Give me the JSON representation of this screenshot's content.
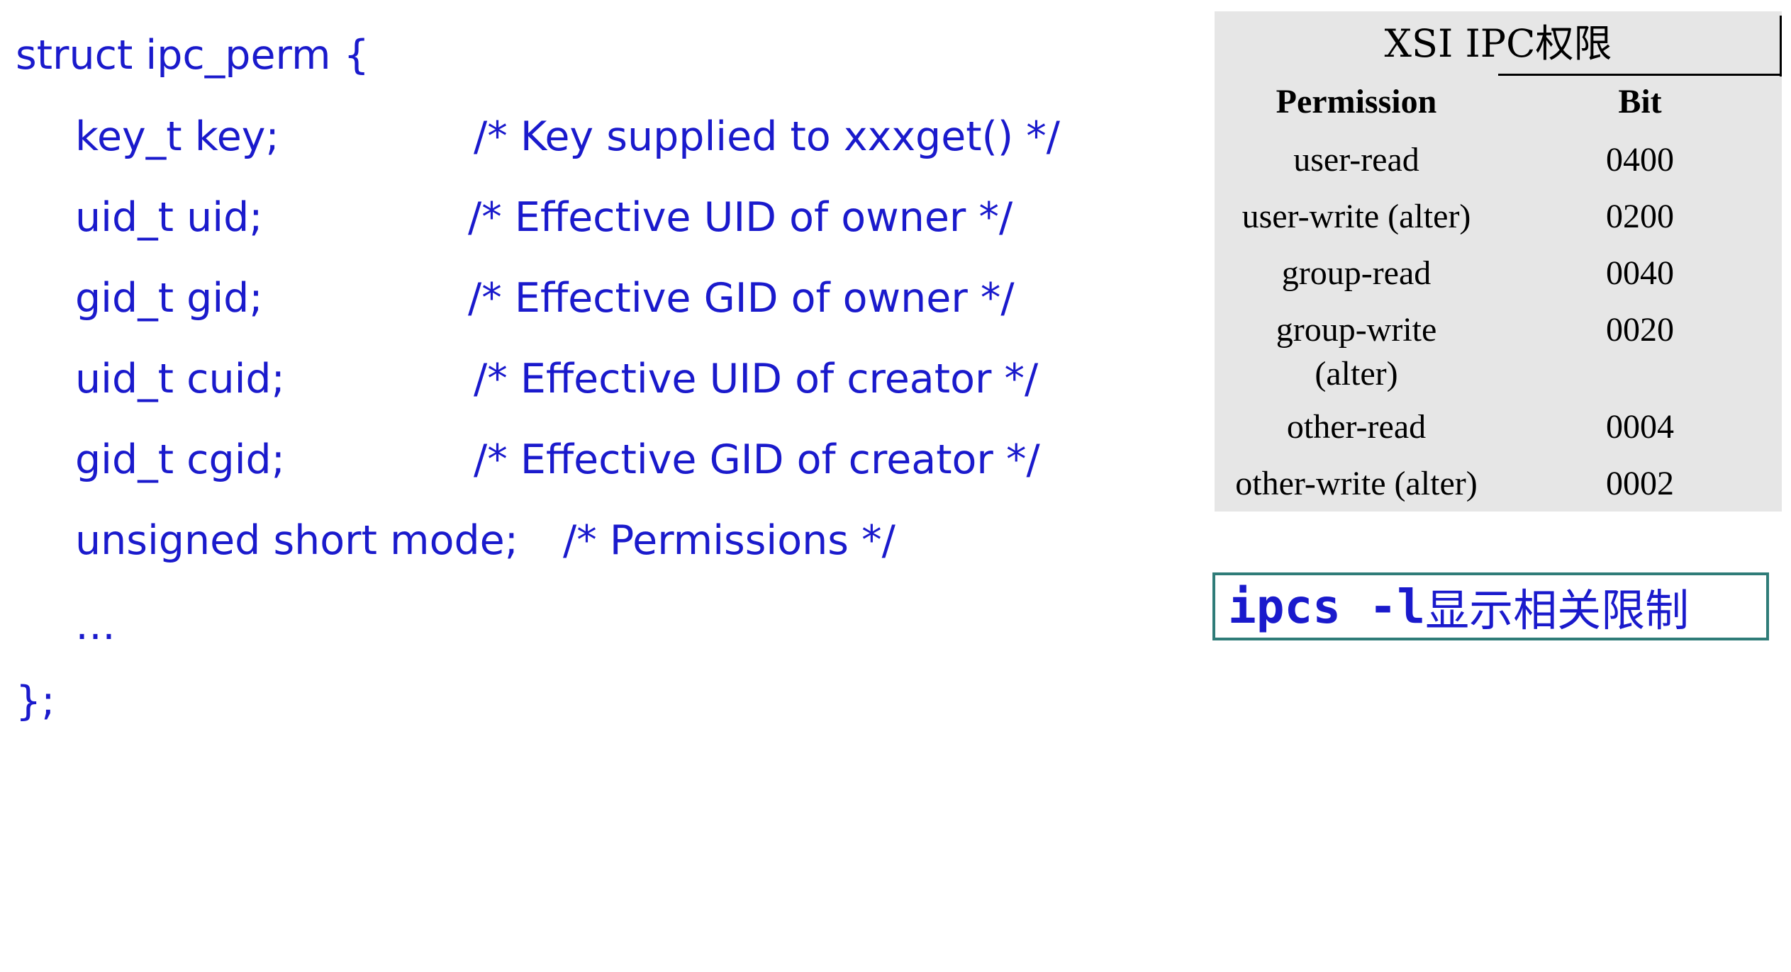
{
  "code": {
    "open": "struct ipc_perm {",
    "fields": [
      {
        "decl": "key_t key;",
        "comment": "/* Key supplied to xxxget() */"
      },
      {
        "decl": "uid_t uid;",
        "comment": "/* Effective UID of owner */"
      },
      {
        "decl": "gid_t gid;",
        "comment": "/* Effective GID of owner */"
      },
      {
        "decl": "uid_t cuid;",
        "comment": "/* Effective UID of creator */"
      },
      {
        "decl": "gid_t cgid;",
        "comment": "/* Effective GID of creator */"
      },
      {
        "decl": "unsigned short mode;",
        "comment": "/* Permissions */"
      }
    ],
    "ellipsis": "…",
    "close": "};"
  },
  "table": {
    "title": "XSI  IPC权限",
    "headers": [
      "Permission",
      "Bit"
    ],
    "rows": [
      {
        "permission": "user-read",
        "bit": "0400"
      },
      {
        "permission": "user-write (alter)",
        "bit": "0200"
      },
      {
        "permission": "group-read",
        "bit": "0040"
      },
      {
        "permission_line1": "group-write",
        "permission_line2": "(alter)",
        "bit": "0020"
      },
      {
        "permission": "other-read",
        "bit": "0004"
      },
      {
        "permission": "other-write (alter)",
        "bit": "0002"
      }
    ]
  },
  "note": {
    "command": "ipcs -l",
    "description": "显示相关限制"
  },
  "colors": {
    "code_text": "#1a1acc",
    "table_bg": "#e6e6e6",
    "note_border": "#2f7c78"
  }
}
